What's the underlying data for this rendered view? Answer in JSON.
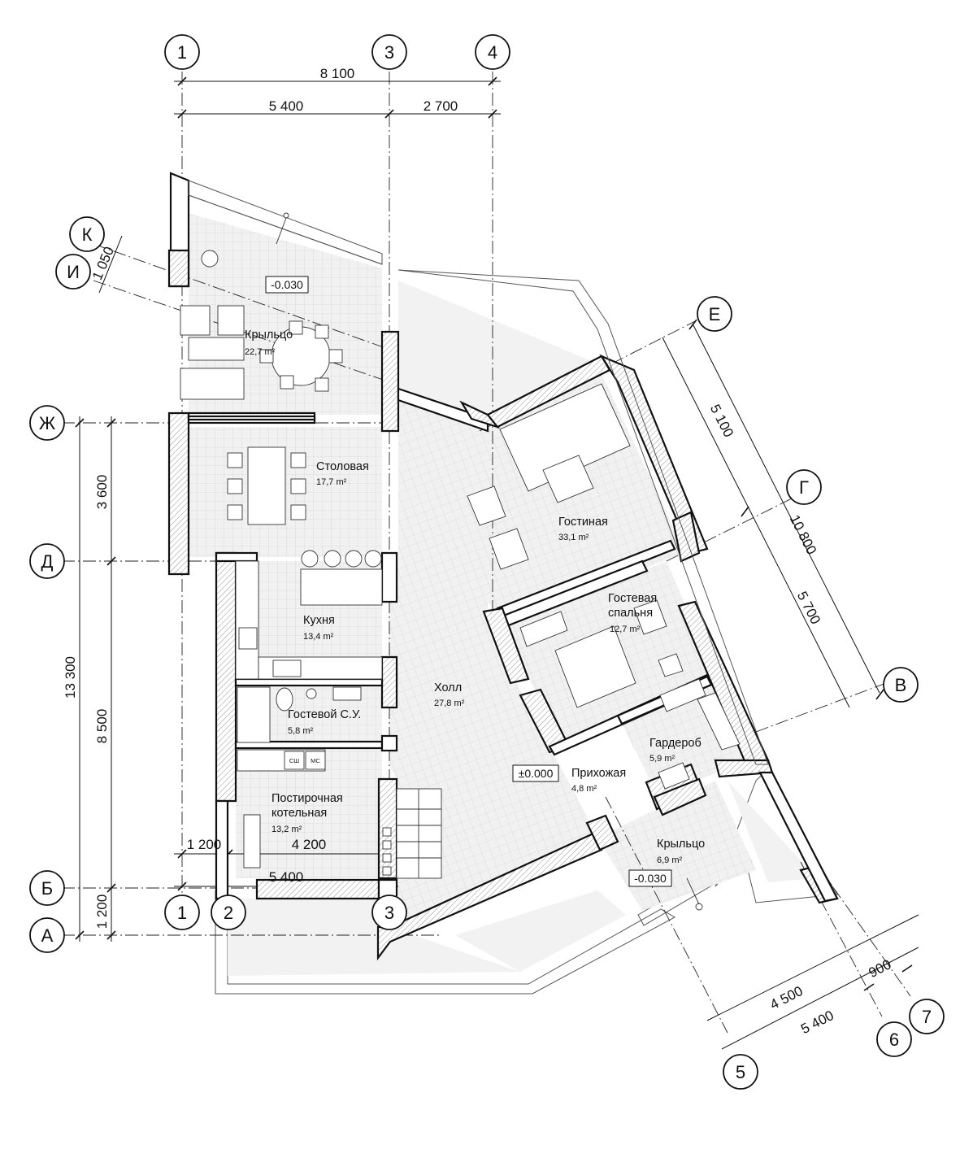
{
  "axes": {
    "top": [
      "1",
      "3",
      "4"
    ],
    "bottom": [
      "1",
      "2",
      "3"
    ],
    "left": [
      "Ж",
      "Д",
      "Б",
      "А"
    ],
    "upper_left": [
      "К",
      "И"
    ],
    "diagonal_right": [
      "Е",
      "Г",
      "В"
    ],
    "diagonal_bottom": [
      "5",
      "6",
      "7"
    ]
  },
  "dimensions": {
    "top_total": "8 100",
    "top_a": "5 400",
    "top_b": "2 700",
    "left_total": "13 300",
    "left_a": "3 600",
    "left_b": "8 500",
    "left_c": "1 200",
    "upper_left": "1 050",
    "right_total": "10 800",
    "right_a": "5 100",
    "right_b": "5 700",
    "bottom_a": "1 200",
    "bottom_b": "4 200",
    "bottom_total": "5 400",
    "diag_bottom_a": "900",
    "diag_bottom_b": "4 500",
    "diag_bottom_total": "5 400"
  },
  "rooms": {
    "porch_top": {
      "name": "Крыльцо",
      "area": "22,7 m²"
    },
    "dining": {
      "name": "Столовая",
      "area": "17,7 m²"
    },
    "kitchen": {
      "name": "Кухня",
      "area": "13,4 m²"
    },
    "guest_wc": {
      "name": "Гостевой С.У.",
      "area": "5,8 m²"
    },
    "laundry": {
      "name": "Постирочная",
      "name2": "котельная",
      "area": "13,2 m²"
    },
    "hall": {
      "name": "Холл",
      "area": "27,8 m²"
    },
    "living": {
      "name": "Гостиная",
      "area": "33,1 m²"
    },
    "guest_bedroom": {
      "name": "Гостевая",
      "name2": "спальня",
      "area": "12,7 m²"
    },
    "wardrobe": {
      "name": "Гардероб",
      "area": "5,9 m²"
    },
    "entry": {
      "name": "Прихожая",
      "area": "4,8 m²"
    },
    "porch_bottom": {
      "name": "Крыльцо",
      "area": "6,9 m²"
    }
  },
  "levels": {
    "porch_top": "-0.030",
    "main": "±0.000",
    "porch_bottom": "-0.030"
  },
  "appliances": {
    "dryer": "СШ",
    "washer": "МС"
  }
}
